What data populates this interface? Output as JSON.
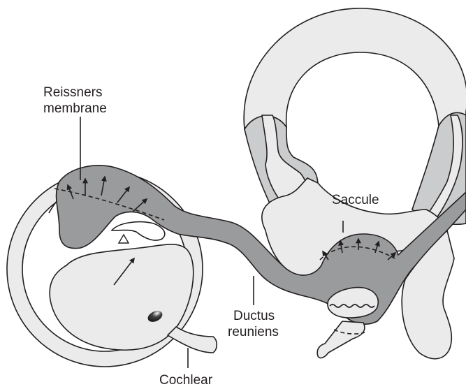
{
  "figure": {
    "labels": {
      "reissners_line1": "Reissners",
      "reissners_line2": "membrane",
      "saccule": "Saccule",
      "ductus_line1": "Ductus",
      "ductus_line2": "reuniens",
      "cochlear": "Cochlear"
    },
    "colors": {
      "dark_fill": "#9a9b9d",
      "light_fill": "#ebebec",
      "mid_fill": "#cbcccd",
      "outline": "#231f20",
      "background": "#ffffff"
    }
  }
}
